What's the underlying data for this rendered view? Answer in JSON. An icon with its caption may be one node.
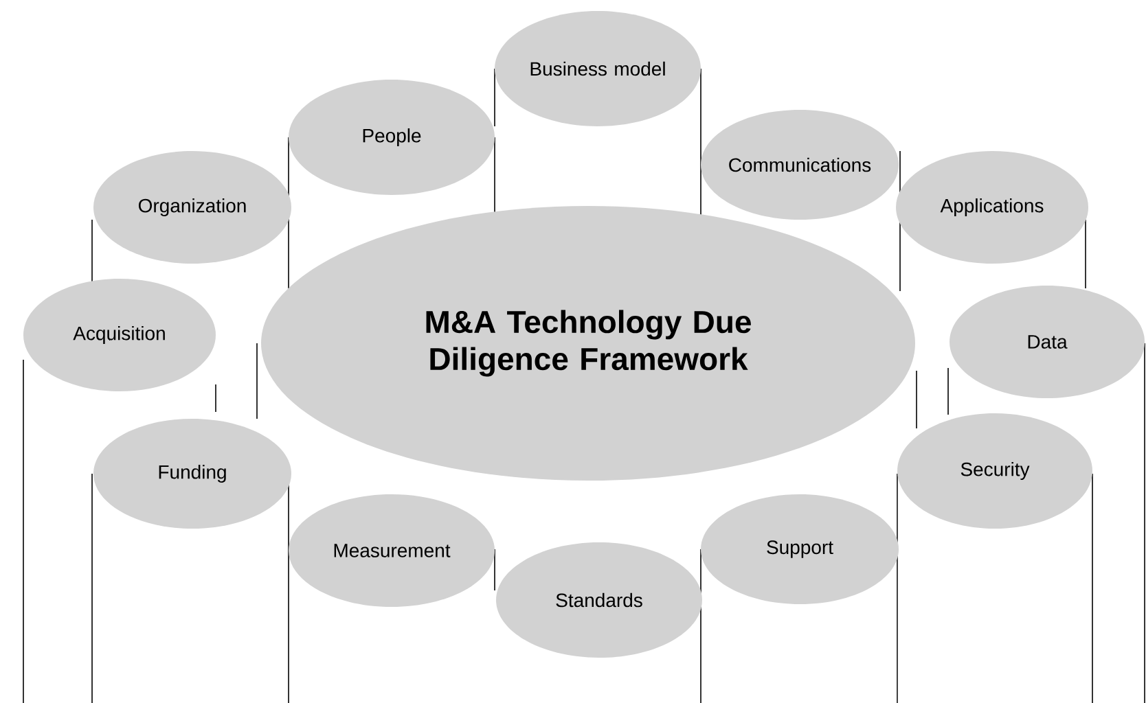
{
  "diagram": {
    "nodes": [
      {
        "text": [
          "Business model"
        ]
      },
      {
        "text": [
          "People"
        ]
      },
      {
        "text": [
          "Communications"
        ]
      },
      {
        "text": [
          "Organization"
        ]
      },
      {
        "text": [
          "Applications"
        ]
      },
      {
        "text": [
          "M&A Technology Due Diligence Framework"
        ]
      },
      {
        "text": [
          "Acquisition"
        ]
      },
      {
        "text": [
          "Data"
        ]
      },
      {
        "text": [
          "Funding"
        ]
      },
      {
        "text": [
          "Security"
        ]
      },
      {
        "text": [
          "Measurement"
        ]
      },
      {
        "text": [
          "Support"
        ]
      },
      {
        "text": [
          "Standards"
        ]
      }
    ]
  }
}
